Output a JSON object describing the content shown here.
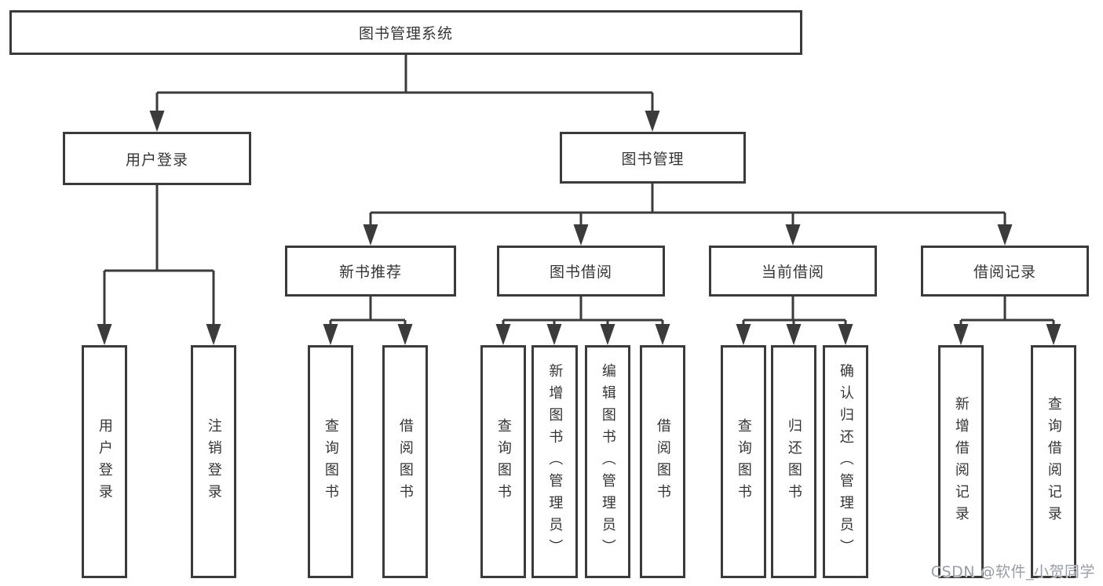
{
  "diagram": {
    "title": "图书管理系统",
    "watermark": "CSDN @软件_小贺同学",
    "colors": {
      "line": "#3b3b3b",
      "text": "#353535",
      "background": "#ffffff",
      "watermark": "#989da7"
    }
  },
  "nodes": [
    {
      "id": "root",
      "label": "图书管理系统",
      "level": 0
    },
    {
      "id": "user-login",
      "label": "用户登录",
      "level": 1
    },
    {
      "id": "book-management",
      "label": "图书管理",
      "level": 1
    },
    {
      "id": "new-book-recommend",
      "label": "新书推荐",
      "level": 2
    },
    {
      "id": "book-borrowing",
      "label": "图书借阅",
      "level": 2
    },
    {
      "id": "current-borrowing",
      "label": "当前借阅",
      "level": 2
    },
    {
      "id": "borrowing-records",
      "label": "借阅记录",
      "level": 2
    },
    {
      "id": "leaf-user-login",
      "label": "用户登录",
      "level": 3
    },
    {
      "id": "leaf-logout",
      "label": "注销登录",
      "level": 3
    },
    {
      "id": "leaf-query-books-rec",
      "label": "查询图书",
      "level": 3
    },
    {
      "id": "leaf-borrow-books-rec",
      "label": "借阅图书",
      "level": 3
    },
    {
      "id": "leaf-query-books-bor",
      "label": "查询图书",
      "level": 3
    },
    {
      "id": "leaf-add-books-admin",
      "label": "新增图书（管理员）",
      "level": 3
    },
    {
      "id": "leaf-edit-books-admin",
      "label": "编辑图书（管理员）",
      "level": 3
    },
    {
      "id": "leaf-borrow-books-bor",
      "label": "借阅图书",
      "level": 3
    },
    {
      "id": "leaf-query-books-cur",
      "label": "查询图书",
      "level": 3
    },
    {
      "id": "leaf-return-books",
      "label": "归还图书",
      "level": 3
    },
    {
      "id": "leaf-confirm-return-admin",
      "label": "确认归还（管理员）",
      "level": 3
    },
    {
      "id": "leaf-add-borrow-record",
      "label": "新增借阅记录",
      "level": 3
    },
    {
      "id": "leaf-query-borrow-record",
      "label": "查询借阅记录",
      "level": 3
    }
  ],
  "tree": {
    "label": "图书管理系统",
    "children": [
      {
        "label": "用户登录",
        "children": [
          {
            "label": "用户登录"
          },
          {
            "label": "注销登录"
          }
        ]
      },
      {
        "label": "图书管理",
        "children": [
          {
            "label": "新书推荐",
            "children": [
              {
                "label": "查询图书"
              },
              {
                "label": "借阅图书"
              }
            ]
          },
          {
            "label": "图书借阅",
            "children": [
              {
                "label": "查询图书"
              },
              {
                "label": "新增图书（管理员）"
              },
              {
                "label": "编辑图书（管理员）"
              },
              {
                "label": "借阅图书"
              }
            ]
          },
          {
            "label": "当前借阅",
            "children": [
              {
                "label": "查询图书"
              },
              {
                "label": "归还图书"
              },
              {
                "label": "确认归还（管理员）"
              }
            ]
          },
          {
            "label": "借阅记录",
            "children": [
              {
                "label": "新增借阅记录"
              },
              {
                "label": "查询借阅记录"
              }
            ]
          }
        ]
      }
    ]
  }
}
